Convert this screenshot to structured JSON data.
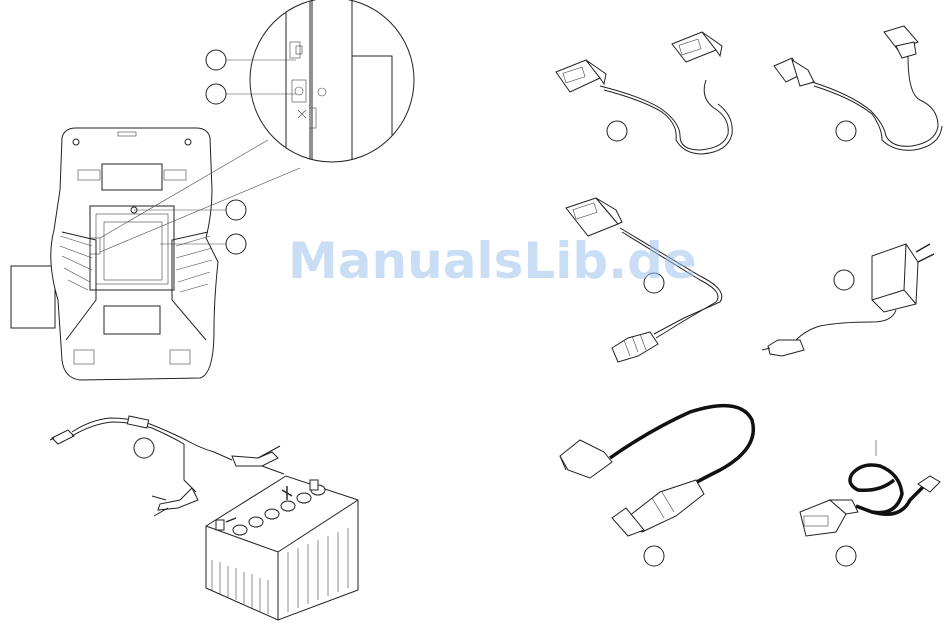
{
  "watermark": {
    "text": "ManualsLib.de"
  },
  "figures": [
    {
      "name": "device-rear-view",
      "callouts": 4
    },
    {
      "name": "battery-clamp-cable",
      "callouts": 1
    },
    {
      "name": "serial-cable",
      "callouts": 1
    },
    {
      "name": "usb-cable",
      "callouts": 1
    },
    {
      "name": "serial-to-round-connector-cable",
      "callouts": 1
    },
    {
      "name": "power-adapter",
      "callouts": 1
    },
    {
      "name": "car-lighter-cable",
      "callouts": 1
    },
    {
      "name": "serial-adapter-cable",
      "callouts": 1
    }
  ],
  "colors": {
    "line": "#222222",
    "watermark": "#9ec3ee",
    "background": "#ffffff"
  }
}
